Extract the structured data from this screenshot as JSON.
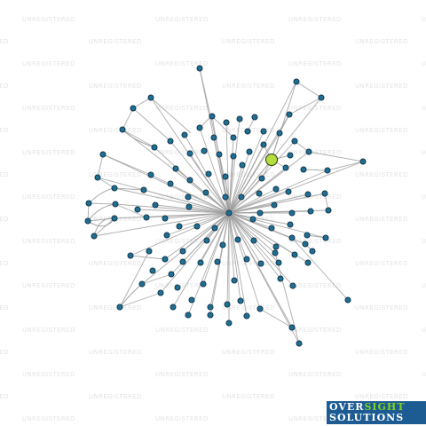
{
  "watermark": {
    "text": "UNREGISTERED"
  },
  "logo": {
    "word_1": "OVER",
    "word_2": "SIGHT",
    "word_3": "SOLUTIONS",
    "colors": {
      "background": "#1d5c93",
      "text": "#ffffff",
      "accent": "#7ed321"
    }
  },
  "graph": {
    "colors": {
      "edge": "#9e9e9e",
      "node_fill": "#1f6e94",
      "node_stroke": "#0a2a3a",
      "highlight_fill": "#b2df3f"
    },
    "node_count": 115,
    "highlighted_nodes": 1
  }
}
